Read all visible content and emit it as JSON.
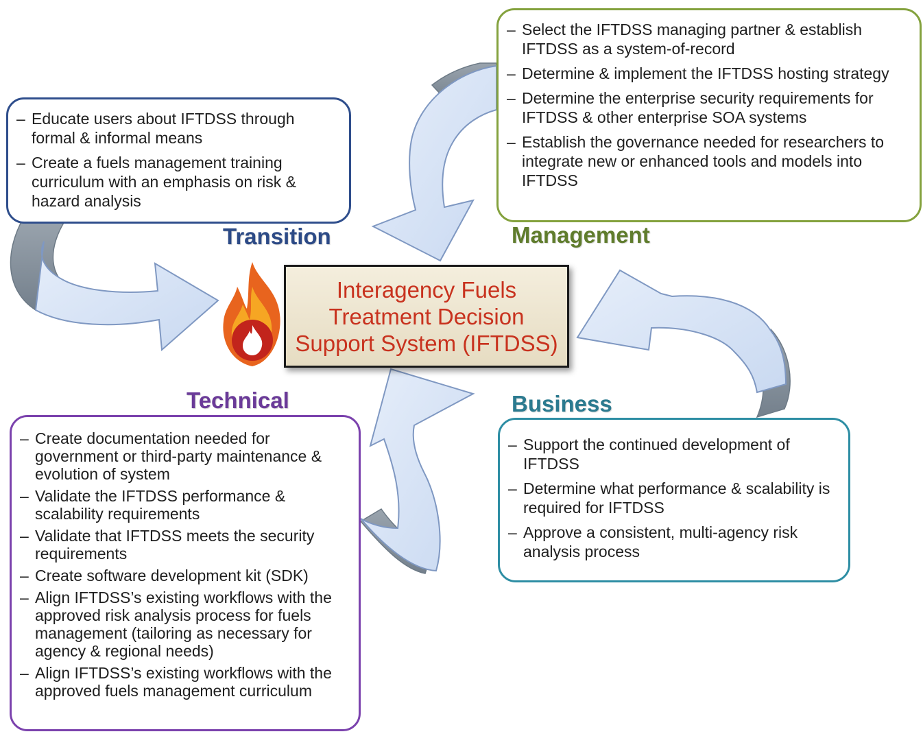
{
  "center": {
    "line1": "Interagency Fuels",
    "line2": "Treatment Decision",
    "line3": "Support System (IFTDSS)"
  },
  "labels": {
    "transition": "Transition",
    "management": "Management",
    "technical": "Technical",
    "business": "Business"
  },
  "transition": {
    "items": [
      "Educate users about IFTDSS through formal & informal means",
      "Create a fuels management training curriculum with an emphasis on risk & hazard analysis"
    ]
  },
  "management": {
    "items": [
      "Select the IFTDSS managing partner & establish IFTDSS as a system-of-record",
      "Determine & implement the IFTDSS hosting strategy",
      "Determine the enterprise security requirements for IFTDSS & other enterprise SOA systems",
      "Establish the governance needed for researchers to integrate new or enhanced tools and models into IFTDSS"
    ]
  },
  "technical": {
    "items": [
      "Create documentation needed for government or third-party maintenance & evolution of system",
      "Validate the IFTDSS performance & scalability requirements",
      "Validate that IFTDSS meets the security requirements",
      "Create software development kit (SDK)",
      "Align IFTDSS’s existing workflows with the approved risk analysis process for fuels management (tailoring as necessary for agency & regional needs)",
      "Align IFTDSS’s existing workflows with the approved fuels management curriculum"
    ]
  },
  "business": {
    "items": [
      "Support the continued development of IFTDSS",
      "Determine what performance & scalability is required for IFTDSS",
      "Approve a consistent, multi-agency risk analysis process"
    ]
  },
  "colors": {
    "transition": "#2f4e8c",
    "management": "#84a23e",
    "technical": "#7b42ad",
    "business": "#2e8ea4",
    "center_text": "#c8321e",
    "arrow_fill": "#d6e3f5",
    "arrow_back": "#8d98a3"
  },
  "icons": {
    "center": "fire-icon"
  }
}
